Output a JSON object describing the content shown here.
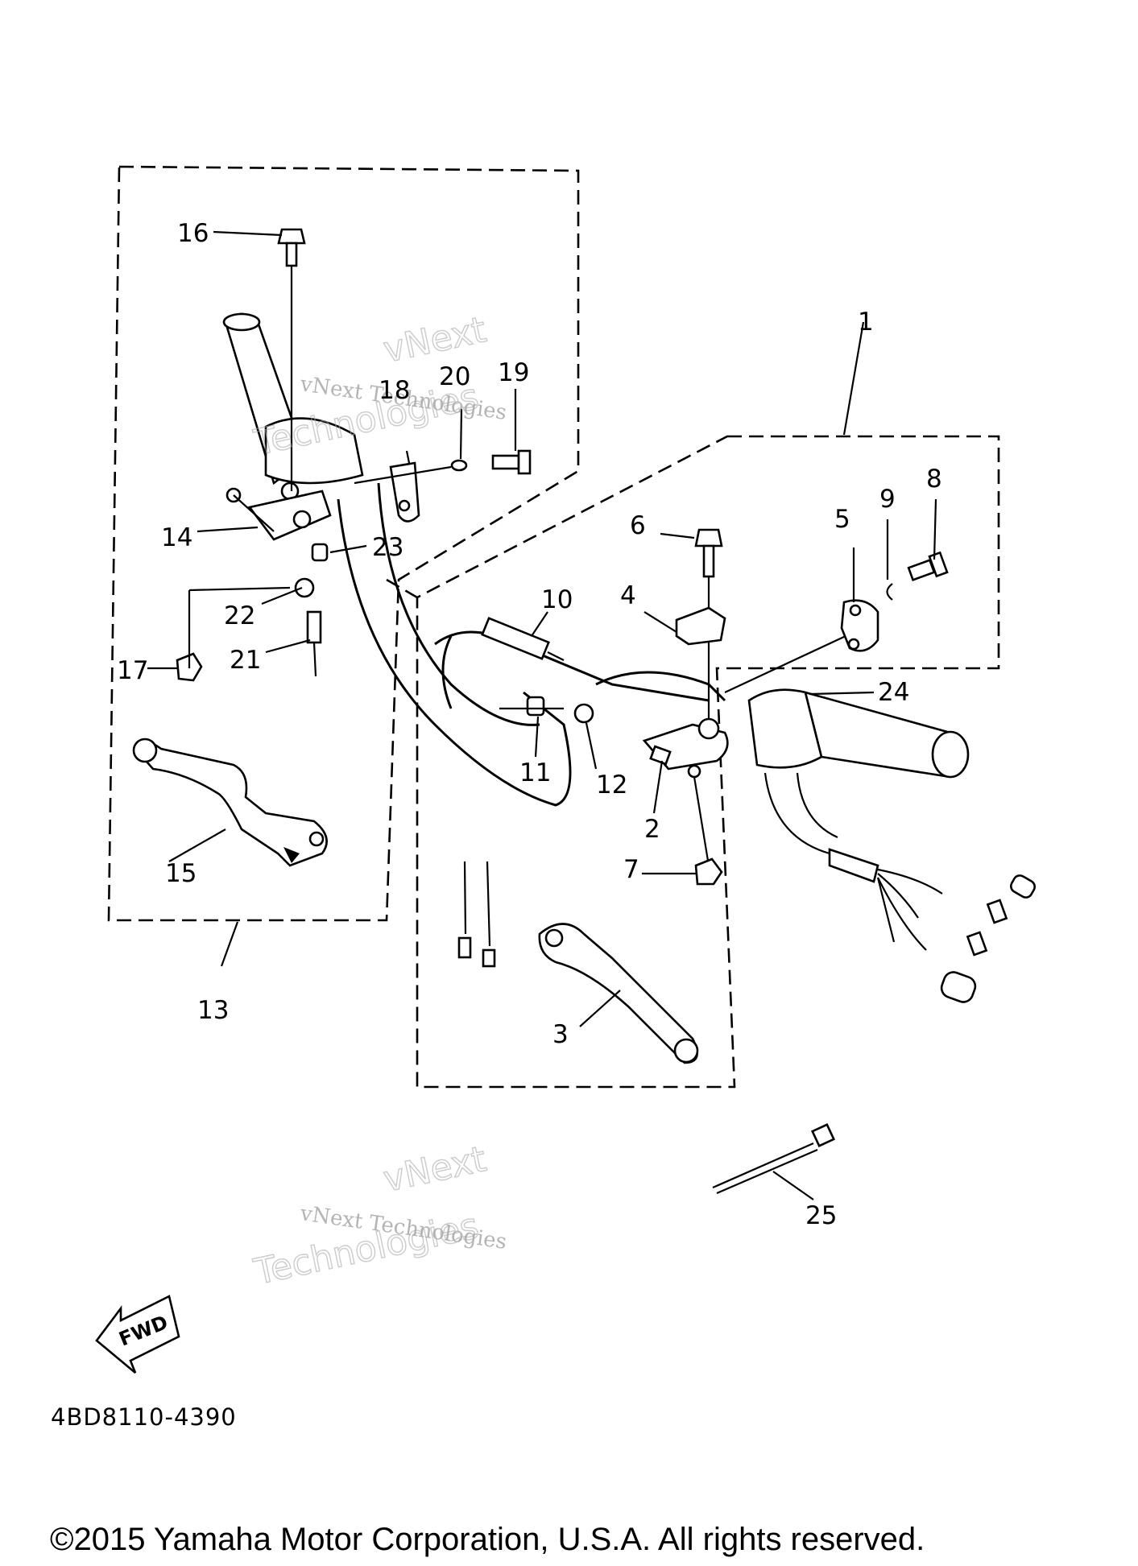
{
  "callouts": [
    {
      "n": "1"
    },
    {
      "n": "2"
    },
    {
      "n": "3"
    },
    {
      "n": "4"
    },
    {
      "n": "5"
    },
    {
      "n": "6"
    },
    {
      "n": "7"
    },
    {
      "n": "8"
    },
    {
      "n": "9"
    },
    {
      "n": "10"
    },
    {
      "n": "11"
    },
    {
      "n": "12"
    },
    {
      "n": "13"
    },
    {
      "n": "14"
    },
    {
      "n": "15"
    },
    {
      "n": "16"
    },
    {
      "n": "17"
    },
    {
      "n": "18"
    },
    {
      "n": "19"
    },
    {
      "n": "20"
    },
    {
      "n": "21"
    },
    {
      "n": "22"
    },
    {
      "n": "23"
    },
    {
      "n": "24"
    },
    {
      "n": "25"
    }
  ],
  "watermark": {
    "line1": "vNext",
    "line2": "vNext Technologies",
    "line3": "Technologies"
  },
  "fwd_label": "FWD",
  "diagram_code": "4BD8110-4390",
  "copyright": "©2015 Yamaha Motor Corporation, U.S.A. All rights reserved."
}
